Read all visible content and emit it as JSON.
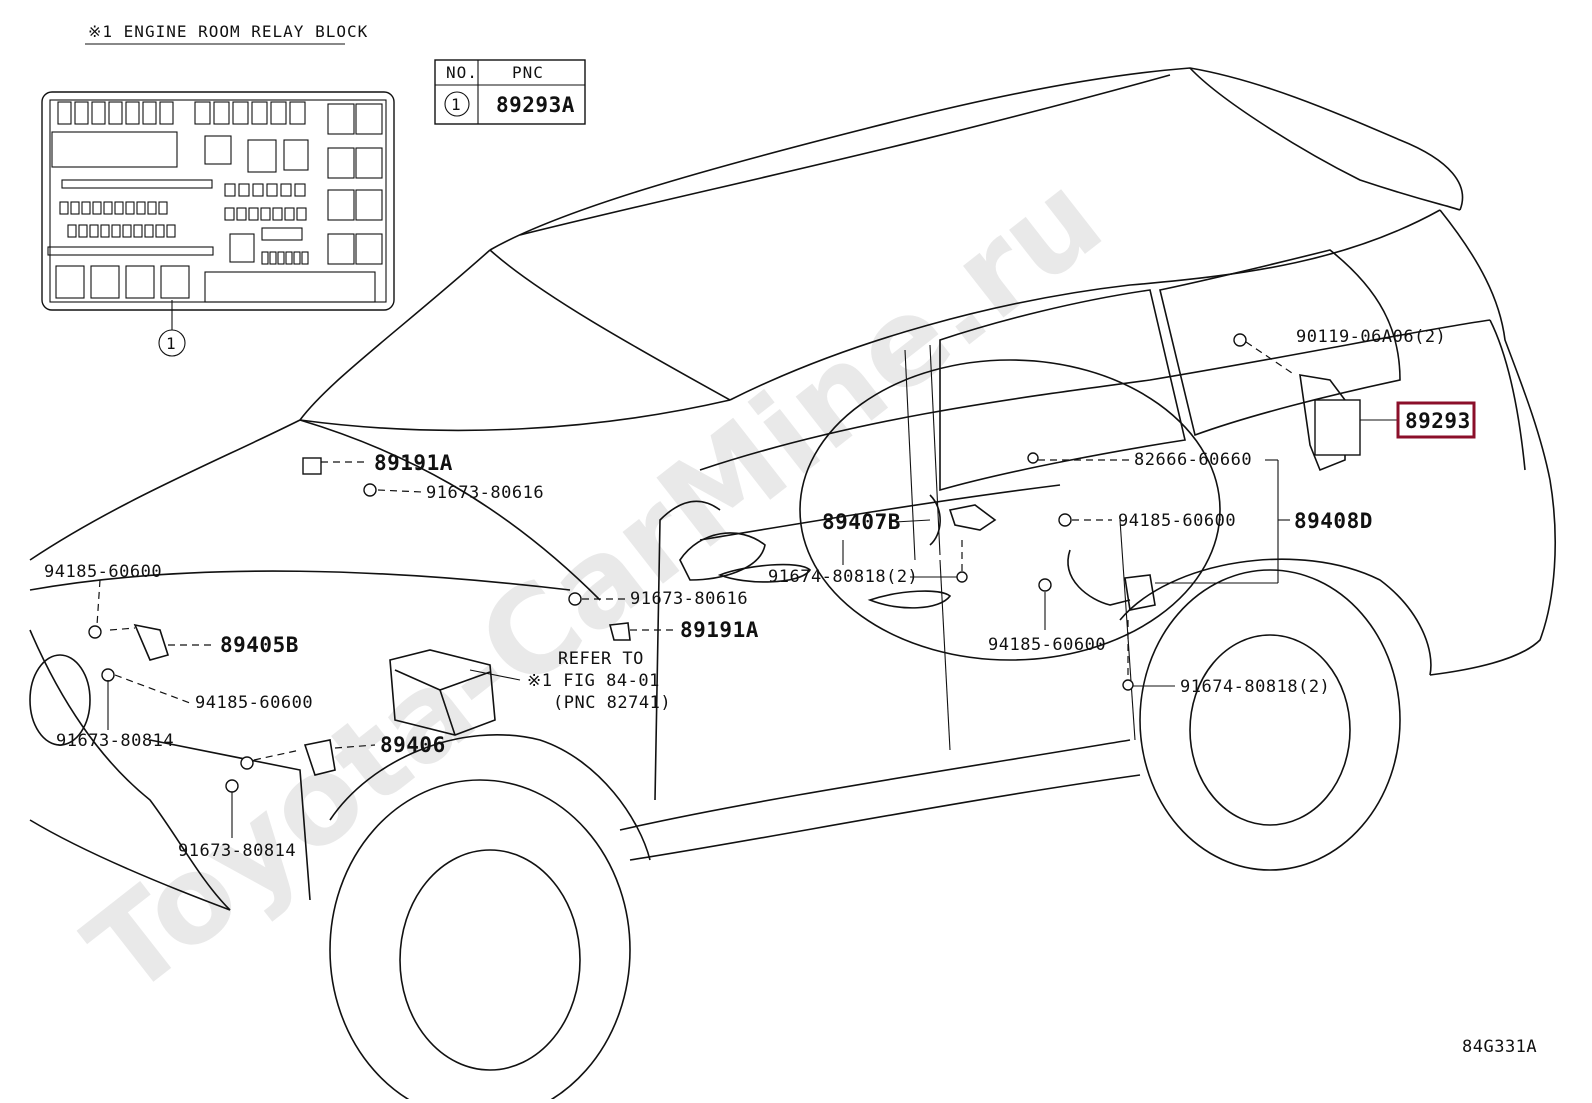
{
  "watermark": "Toyota-CarMine.ru",
  "relay_block": {
    "title": "※1 ENGINE ROOM RELAY BLOCK",
    "callout": "1"
  },
  "pnc_table": {
    "headers": [
      "NO.",
      "PNC"
    ],
    "rows": [
      {
        "no": "1",
        "pnc": "89293A"
      }
    ]
  },
  "part_labels": {
    "p89191A_top": "89191A",
    "p91673_80616_top": "91673-80616",
    "p94185_60600_left": "94185-60600",
    "p89405B": "89405B",
    "p91673_80814_left": "91673-80814",
    "p94185_60600_mid": "94185-60600",
    "p89406": "89406",
    "p91673_80814_bottom": "91673-80814",
    "p91673_80616_mid": "91673-80616",
    "p89191A_mid": "89191A",
    "p89407B": "89407B",
    "p91674_80818_mid": "91674-80818(2)",
    "p82666_60660": "82666-60660",
    "p94185_60600_right": "94185-60600",
    "p89408D": "89408D",
    "p94185_60600_lower": "94185-60600",
    "p91674_80818_right": "91674-80818(2)",
    "p90119_06A06": "90119-06A06(2)",
    "p89293": "89293"
  },
  "refer": {
    "line1": "REFER TO",
    "line2": "※1 FIG 84-01",
    "line3": "(PNC 82741)"
  },
  "figure_id": "84G331A",
  "colors": {
    "line": "#111111",
    "highlight_border": "#8b0f2a",
    "watermark": "#e9e9e9",
    "background": "#ffffff"
  }
}
